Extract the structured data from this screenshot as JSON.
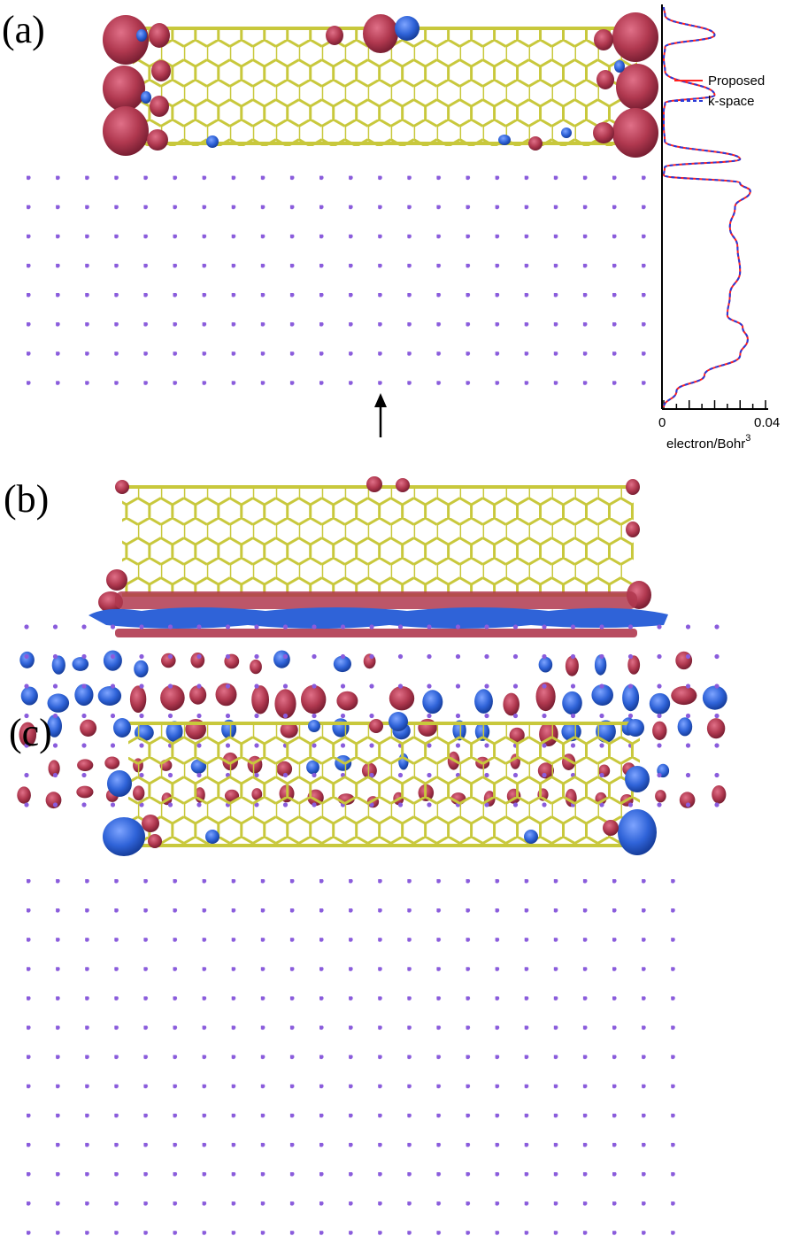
{
  "panels": [
    {
      "label": "(a)"
    },
    {
      "label": "(b)"
    },
    {
      "label": "(c)"
    }
  ],
  "colors": {
    "tube": "#c8c83c",
    "atom": "#8a5cdc",
    "positive_lobe": "#b0384f",
    "negative_lobe": "#2f63d8",
    "proposed_line": "#ff2020",
    "kspace_line": "#2a3ad8"
  },
  "profile_plot": {
    "legend": [
      {
        "label": "Proposed",
        "style": "solid",
        "color": "#ff2020"
      },
      {
        "label": "k-space",
        "style": "dashed",
        "color": "#2a3ad8"
      }
    ],
    "x_ticks": [
      "0",
      "0.04"
    ],
    "x_label": "electron/Bohr",
    "x_label_sup": "3"
  },
  "arrow_icon": "up-arrow-icon",
  "chart_data": {
    "type": "line",
    "title": "",
    "xlabel": "electron/Bohr^3",
    "ylabel": "",
    "xlim": [
      0,
      0.04
    ],
    "series": [
      {
        "name": "Proposed",
        "x": [
          0.0,
          0.0005,
          0.02,
          0.0005,
          0.0,
          0.0005,
          0.02,
          0.0005,
          0.0,
          0.0,
          0.0004,
          0.03,
          0.0004,
          0.0,
          0.03,
          0.034,
          0.028,
          0.026,
          0.029,
          0.03,
          0.026,
          0.025,
          0.031,
          0.033,
          0.03,
          0.016,
          0.005,
          0.0
        ],
        "y_fraction_from_top": [
          0.0,
          0.02,
          0.07,
          0.1,
          0.13,
          0.16,
          0.22,
          0.24,
          0.26,
          0.3,
          0.335,
          0.38,
          0.4,
          0.42,
          0.44,
          0.46,
          0.5,
          0.55,
          0.6,
          0.66,
          0.72,
          0.77,
          0.8,
          0.83,
          0.87,
          0.92,
          0.96,
          1.0
        ]
      },
      {
        "name": "k-space",
        "x": [
          0.0,
          0.0005,
          0.02,
          0.0005,
          0.0,
          0.0005,
          0.02,
          0.0005,
          0.0,
          0.0,
          0.0004,
          0.03,
          0.0004,
          0.0,
          0.03,
          0.034,
          0.028,
          0.026,
          0.029,
          0.03,
          0.026,
          0.025,
          0.031,
          0.033,
          0.03,
          0.016,
          0.005,
          0.0
        ],
        "y_fraction_from_top": [
          0.0,
          0.02,
          0.07,
          0.1,
          0.13,
          0.16,
          0.22,
          0.24,
          0.26,
          0.3,
          0.335,
          0.38,
          0.4,
          0.42,
          0.44,
          0.46,
          0.5,
          0.55,
          0.6,
          0.66,
          0.72,
          0.77,
          0.8,
          0.83,
          0.87,
          0.92,
          0.96,
          1.0
        ]
      }
    ]
  }
}
